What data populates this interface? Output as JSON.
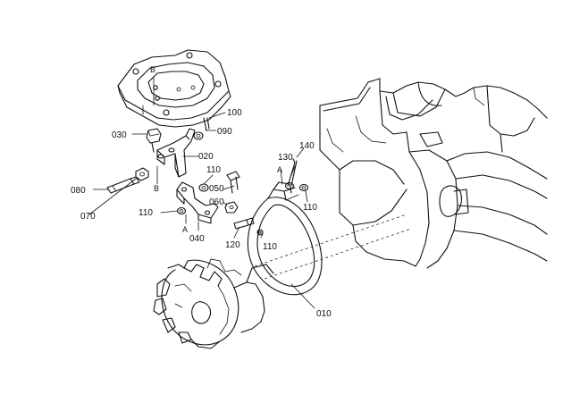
{
  "parts": {
    "p010": "010",
    "p020": "020",
    "p030": "030",
    "p040": "040",
    "p050": "050",
    "p060": "060",
    "p070": "070",
    "p080": "080",
    "p090": "090",
    "p100": "100",
    "p110_a": "110",
    "p110_b": "110",
    "p110_c": "110",
    "p110_d": "110",
    "p120": "120",
    "p130": "130",
    "p140": "140"
  },
  "refs": {
    "a_bracket": "A",
    "a_band": "A",
    "b_bracket": "B",
    "b_plate": "B"
  }
}
